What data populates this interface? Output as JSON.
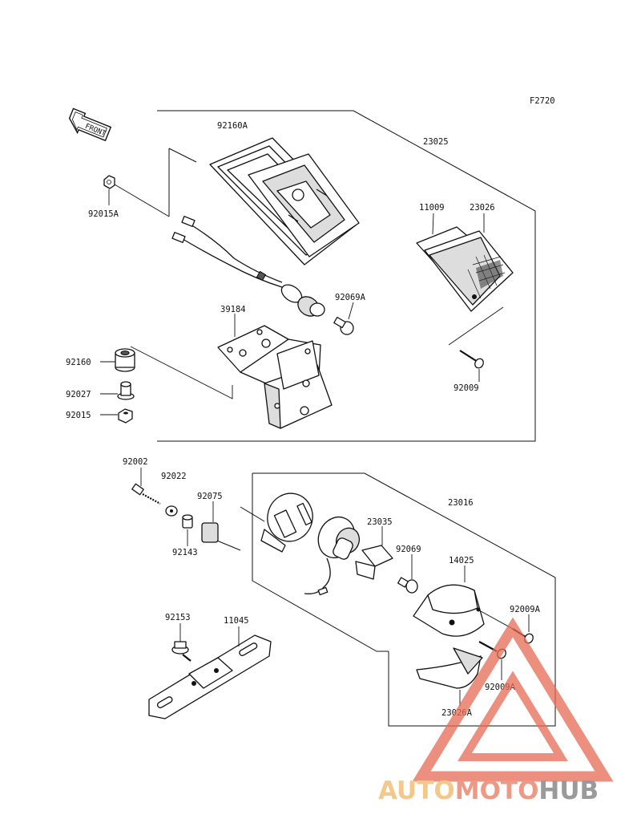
{
  "figure_code": "F2720",
  "front_label": "FRONT",
  "part_labels": {
    "p92160A": "92160A",
    "p23025": "23025",
    "p92015A": "92015A",
    "p11009": "11009",
    "p23026": "23026",
    "p92069A": "92069A",
    "p39184": "39184",
    "p92160": "92160",
    "p92027": "92027",
    "p92015": "92015",
    "p92009": "92009",
    "p92002": "92002",
    "p92022": "92022",
    "p92075": "92075",
    "p92143": "92143",
    "p23016": "23016",
    "p23035": "23035",
    "p92069": "92069",
    "p14025": "14025",
    "p92009A_1": "92009A",
    "p92153": "92153",
    "p11045": "11045",
    "p92009A_2": "92009A",
    "p23026A": "23026A"
  },
  "watermark": {
    "auto": "AUTO",
    "moto": "MOTO",
    "hub": "HUB",
    "colors": {
      "auto": "#f2c98a",
      "moto": "#ec9a86",
      "hub": "#9a9a9a",
      "triangle": "#e86a55"
    }
  }
}
